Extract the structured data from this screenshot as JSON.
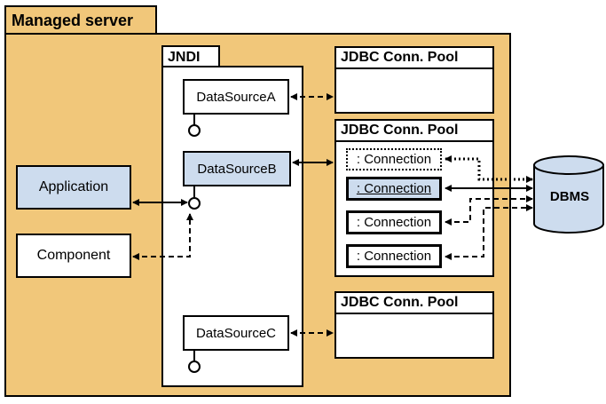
{
  "server": {
    "label": "Managed server"
  },
  "jndi": {
    "label": "JNDI"
  },
  "datasources": {
    "a": "DataSourceA",
    "b": "DataSourceB",
    "c": "DataSourceC"
  },
  "pools": {
    "top": {
      "title": "JDBC Conn. Pool"
    },
    "middle": {
      "title": "JDBC Conn. Pool",
      "connections": [
        ": Connection",
        ": Connection",
        ": Connection",
        ": Connection"
      ]
    },
    "bottom": {
      "title": "JDBC Conn. Pool"
    }
  },
  "external": {
    "application": "Application",
    "component": "Component",
    "dbms": "DBMS"
  }
}
